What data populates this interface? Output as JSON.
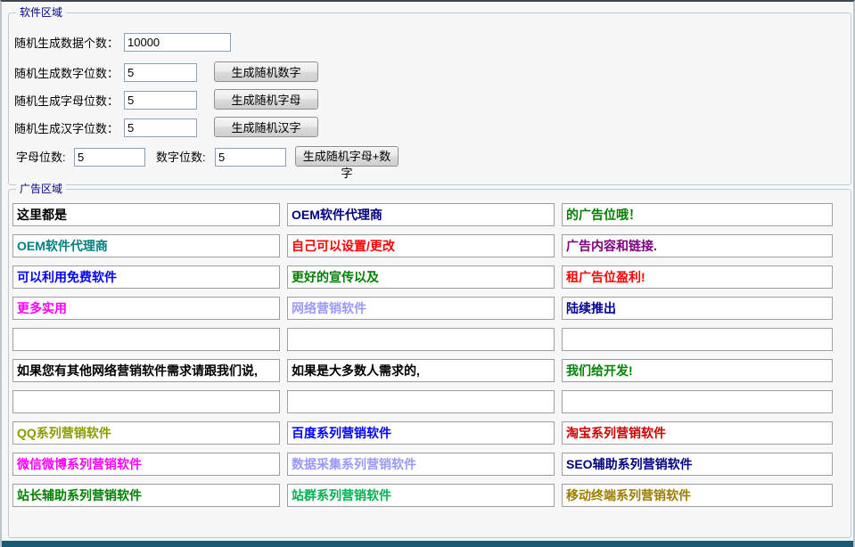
{
  "window": {
    "bg": "#f7f7f7",
    "frame_bottom_color": "#1b5a75"
  },
  "software_section": {
    "title": "软件区域",
    "count_row": {
      "label": "随机生成数据个数：",
      "value": "10000"
    },
    "gen_rows": [
      {
        "label": "随机生成数字位数：",
        "value": "5",
        "button": "生成随机数字"
      },
      {
        "label": "随机生成字母位数：",
        "value": "5",
        "button": "生成随机字母"
      },
      {
        "label": "随机生成汉字位数：",
        "value": "5",
        "button": "生成随机汉字"
      }
    ],
    "combo_row": {
      "letter_label": "字母位数:",
      "letter_value": "5",
      "digit_label": "数字位数:",
      "digit_value": "5",
      "button": "生成随机字母+数字"
    }
  },
  "ad_section": {
    "title": "广告区域",
    "cells": [
      {
        "text": "这里都是",
        "color": "#000000"
      },
      {
        "text": "OEM软件代理商",
        "color": "#000080"
      },
      {
        "text": "的广告位哦！",
        "color": "#008000"
      },
      {
        "text": "OEM软件代理商",
        "color": "#008080"
      },
      {
        "text": "自己可以设置/更改",
        "color": "#ff0000"
      },
      {
        "text": "广告内容和链接.",
        "color": "#800080"
      },
      {
        "text": "可以利用免费软件",
        "color": "#0000ff"
      },
      {
        "text": "更好的宣传以及",
        "color": "#008000"
      },
      {
        "text": "租广告位盈利!",
        "color": "#ff0000"
      },
      {
        "text": "更多实用",
        "color": "#ff00ff"
      },
      {
        "text": "网络营销软件",
        "color": "#9999ff"
      },
      {
        "text": "陆续推出",
        "color": "#000099"
      },
      {
        "text": "",
        "color": "#000000"
      },
      {
        "text": "",
        "color": "#000000"
      },
      {
        "text": "",
        "color": "#000000"
      },
      {
        "text": "如果您有其他网络营销软件需求请跟我们说,",
        "color": "#000000"
      },
      {
        "text": "如果是大多数人需求的,",
        "color": "#000000"
      },
      {
        "text": "我们给开发!",
        "color": "#008000"
      },
      {
        "text": "",
        "color": "#000000"
      },
      {
        "text": "",
        "color": "#000000"
      },
      {
        "text": "",
        "color": "#000000"
      },
      {
        "text": "QQ系列营销软件",
        "color": "#8a9a00"
      },
      {
        "text": "百度系列营销软件",
        "color": "#0000ff"
      },
      {
        "text": "淘宝系列营销软件",
        "color": "#cc0000"
      },
      {
        "text": "微信微博系列营销软件",
        "color": "#ff00ff"
      },
      {
        "text": "数据采集系列营销软件",
        "color": "#9999ff"
      },
      {
        "text": "SEO辅助系列营销软件",
        "color": "#000080"
      },
      {
        "text": "站长辅助系列营销软件",
        "color": "#008000"
      },
      {
        "text": "站群系列营销软件",
        "color": "#00b050"
      },
      {
        "text": "移动终端系列营销软件",
        "color": "#9b7d00"
      }
    ]
  }
}
